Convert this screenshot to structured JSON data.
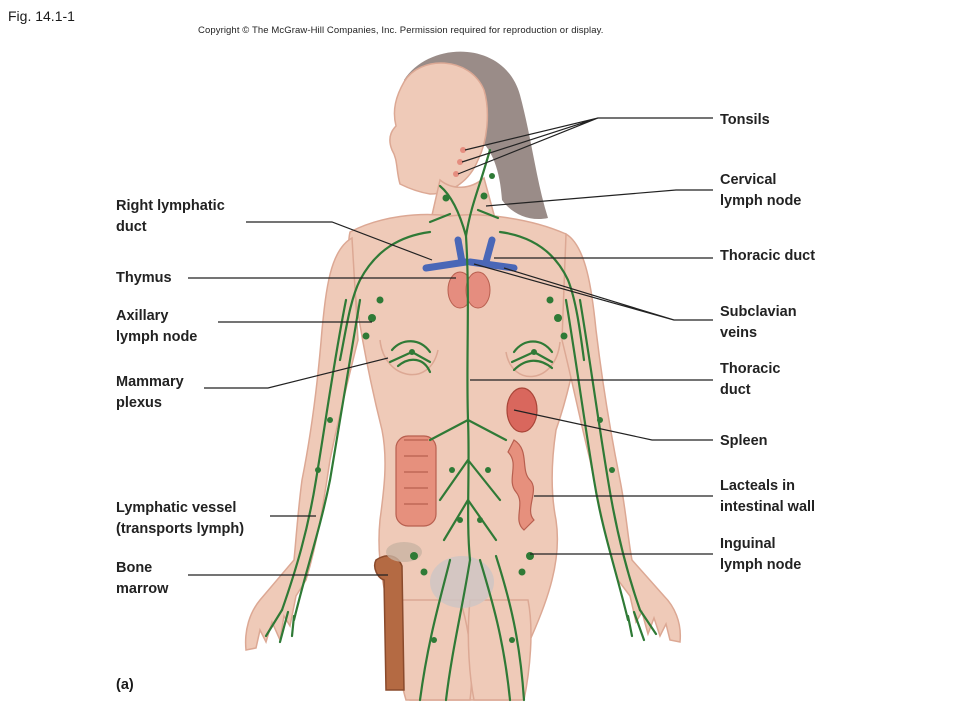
{
  "figure": {
    "number": "Fig. 14.1-1",
    "copyright": "Copyright © The McGraw-Hill Companies, Inc. Permission required for reproduction or display.",
    "panel_label": "(a)"
  },
  "labels": {
    "tonsils": [
      "Tonsils"
    ],
    "cervical_lymph_node": [
      "Cervical",
      "lymph node"
    ],
    "right_lymphatic_duct": [
      "Right lymphatic",
      "duct"
    ],
    "thoracic_duct_upper": [
      "Thoracic duct"
    ],
    "thymus": [
      "Thymus"
    ],
    "subclavian_veins": [
      "Subclavian",
      "veins"
    ],
    "axillary_lymph_node": [
      "Axillary",
      "lymph node"
    ],
    "thoracic_duct_lower": [
      "Thoracic",
      "duct"
    ],
    "mammary_plexus": [
      "Mammary",
      "plexus"
    ],
    "spleen": [
      "Spleen"
    ],
    "lacteals": [
      "Lacteals in",
      "intestinal wall"
    ],
    "lymphatic_vessel": [
      "Lymphatic vessel",
      "(transports lymph)"
    ],
    "inguinal_lymph_node": [
      "Inguinal",
      "lymph node"
    ],
    "bone_marrow": [
      "Bone",
      "marrow"
    ]
  },
  "colors": {
    "skin": "#efcab8",
    "skin_shadow": "#dca894",
    "hair": "#9a8c88",
    "lymph_green": "#2f7a36",
    "vein_blue": "#4a67b7",
    "organ_red": "#d9675d",
    "intestine": "#e6907d",
    "bone": "#b46a43",
    "leader_line": "#222222"
  }
}
